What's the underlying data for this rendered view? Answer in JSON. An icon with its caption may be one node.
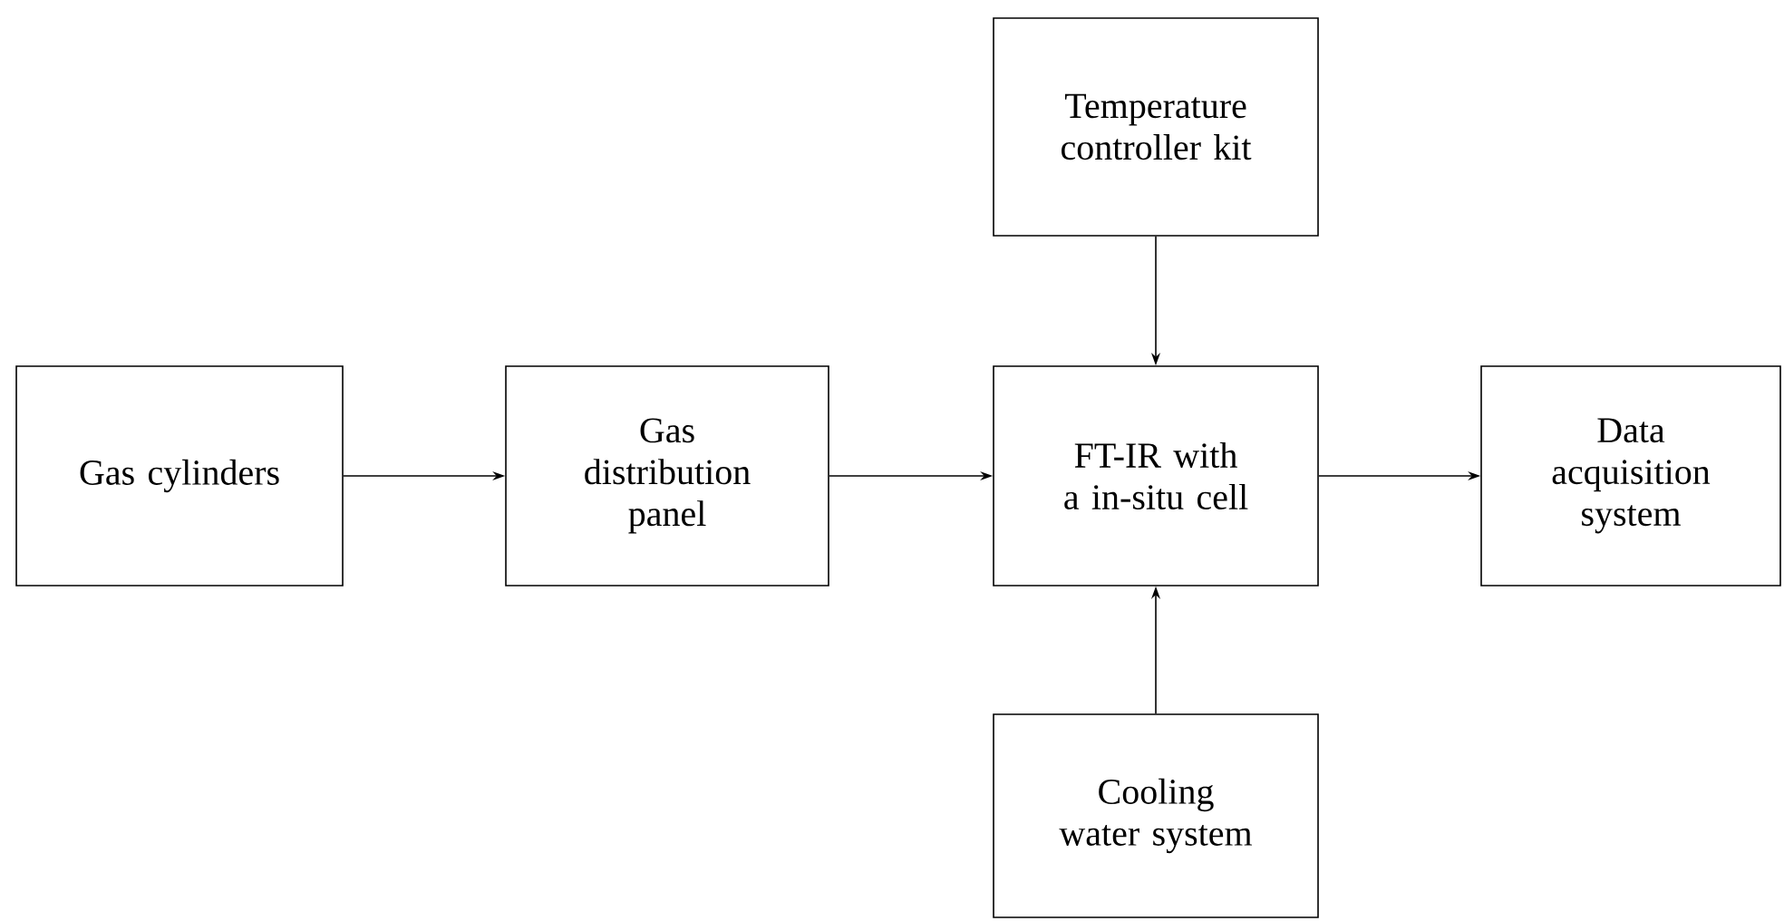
{
  "diagram": {
    "nodes": [
      {
        "text": [
          "Temperature controller kit"
        ]
      },
      {
        "text": [
          "Gas cylinders"
        ]
      },
      {
        "text": [
          "Gas distribution panel"
        ]
      },
      {
        "text": [
          "FT-IR with a in-situ cell"
        ]
      },
      {
        "text": [
          "Data acquisition system"
        ]
      },
      {
        "text": [
          "Cooling water system"
        ]
      }
    ],
    "edges": [
      {
        "from": 1,
        "to": 2,
        "arrow": "to"
      },
      {
        "from": 2,
        "to": 3,
        "arrow": "to"
      },
      {
        "from": 0,
        "to": 3,
        "arrow": "to"
      },
      {
        "from": 3,
        "to": 4,
        "arrow": "to"
      },
      {
        "from": 5,
        "to": 3,
        "arrow": "to"
      }
    ]
  }
}
